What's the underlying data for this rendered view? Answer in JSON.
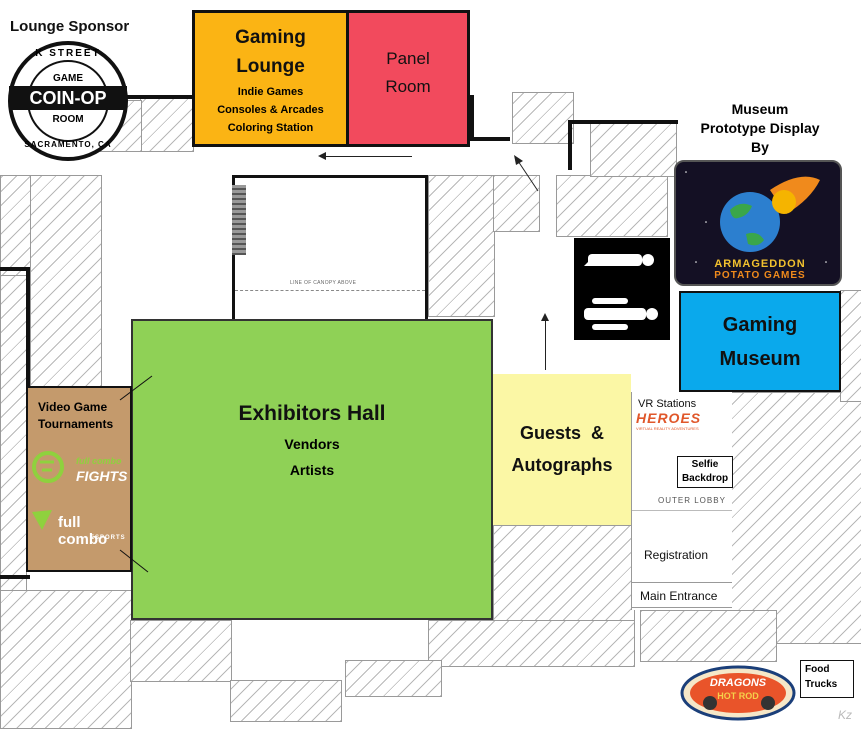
{
  "sponsor": {
    "heading": "Lounge Sponsor",
    "logo_top": "K STREET",
    "logo_game": "GAME",
    "logo_main": "COIN-OP",
    "logo_room": "ROOM",
    "logo_bottom": "SACRAMENTO, CA"
  },
  "rooms": {
    "gaming_lounge": {
      "title_line1": "Gaming",
      "title_line2": "Lounge",
      "items": [
        "Indie Games",
        "Consoles & Arcades",
        "Coloring Station"
      ],
      "color": "#fbb414"
    },
    "panel_room": {
      "title_line1": "Panel",
      "title_line2": "Room",
      "color": "#f24a5d"
    },
    "exhibitors_hall": {
      "title": "Exhibitors Hall",
      "items": [
        "Vendors",
        "Artists"
      ],
      "color": "#8fd156"
    },
    "guests": {
      "title_line1": "Guests  &",
      "title_line2": "Autographs",
      "color": "#fbf7a5"
    },
    "gaming_museum": {
      "title_line1": "Gaming",
      "title_line2": "Museum",
      "color": "#0aa9ec"
    },
    "tournaments": {
      "title_line1": "Video Game",
      "title_line2": "Tournaments",
      "logo1_line1": "full combo",
      "logo1_line2": "FIGHTS",
      "logo2_line1": "full combo",
      "logo2_line2": "ESPORTS",
      "color": "#c49a6c"
    }
  },
  "museum_prototype": {
    "line1": "Museum",
    "line2": "Prototype Display",
    "line3": "By",
    "logo_line1": "ARMAGEDDON",
    "logo_line2": "POTATO GAMES"
  },
  "lobby": {
    "vr_title": "VR Stations",
    "vr_logo_main": "HEROES",
    "vr_logo_sub": "VIRTUAL REALITY ADVENTURES",
    "selfie_line1": "Selfie",
    "selfie_line2": "Backdrop",
    "outer_lobby": "OUTER LOBBY",
    "registration": "Registration",
    "main_entrance": "Main Entrance"
  },
  "food": {
    "line1": "Food",
    "line2": "Trucks",
    "logo_line1": "DRAGONS",
    "logo_line2": "HOT ROD"
  },
  "canopy_label": "LINE OF CANOPY ABOVE",
  "watermark": "Kz"
}
